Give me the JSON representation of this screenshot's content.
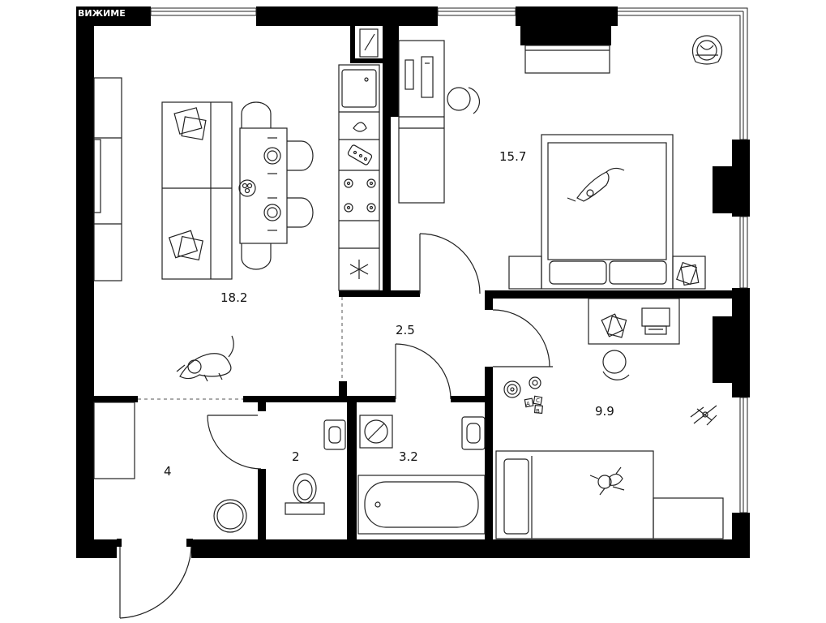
{
  "watermark": "ВИЖИМЕ",
  "rooms": [
    {
      "id": "living-kitchen",
      "area": "18.2"
    },
    {
      "id": "bedroom",
      "area": "15.7"
    },
    {
      "id": "corridor",
      "area": "2.5"
    },
    {
      "id": "bathroom",
      "area": "3.2"
    },
    {
      "id": "toilet",
      "area": "2"
    },
    {
      "id": "hallway",
      "area": "4"
    },
    {
      "id": "kids-room",
      "area": "9.9"
    }
  ],
  "toy_letters": [
    "A",
    "B",
    "C"
  ],
  "colors": {
    "wall": "#000000",
    "line": "#222222",
    "background": "#ffffff"
  }
}
